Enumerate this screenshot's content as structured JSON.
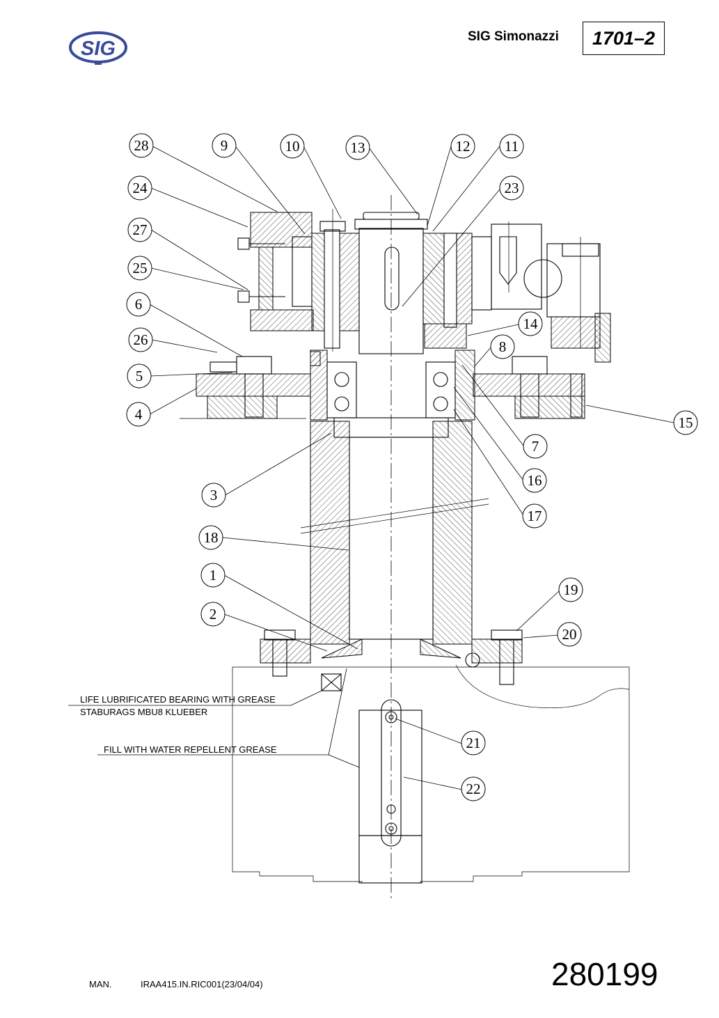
{
  "header": {
    "brand_name": "SIG Simonazzi",
    "document_code": "1701–2",
    "logo_text": "SIG",
    "logo_color": "#3a4a9a"
  },
  "callouts": [
    "28",
    "9",
    "10",
    "13",
    "12",
    "11",
    "24",
    "23",
    "27",
    "25",
    "6",
    "14",
    "26",
    "8",
    "5",
    "4",
    "15",
    "7",
    "3",
    "16",
    "17",
    "18",
    "1",
    "19",
    "2",
    "20",
    "21",
    "22"
  ],
  "notes": {
    "bearing_line1": "LIFE LUBRIFICATED BEARING WITH GREASE",
    "bearing_line2": "STABURAGS MBU8 KLUEBER",
    "grease_fill": "FILL WITH WATER REPELLENT GREASE"
  },
  "footer": {
    "man_label": "MAN.",
    "reference": "IRAA415.IN.RIC001(23/04/04)",
    "drawing_number": "280199"
  }
}
